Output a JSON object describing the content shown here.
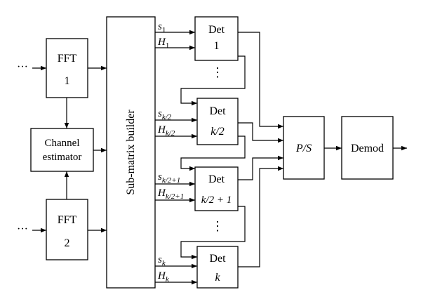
{
  "diagram": {
    "fft1": {
      "title": "FFT",
      "index": "1"
    },
    "fft2": {
      "title": "FFT",
      "index": "2"
    },
    "channel_estimator": {
      "line1": "Channel",
      "line2": "estimator"
    },
    "submatrix_builder": {
      "label": "Sub-matrix builder"
    },
    "det1": {
      "title": "Det",
      "index": "1"
    },
    "det_k2": {
      "title": "Det",
      "index": "k/2"
    },
    "det_k21": {
      "title": "Det",
      "index": "k/2 + 1"
    },
    "det_k": {
      "title": "Det",
      "index": "k"
    },
    "ps": {
      "label": "P/S"
    },
    "demod": {
      "label": "Demod"
    },
    "input_dots": "···",
    "vdots": "⋮",
    "signals": {
      "s1": {
        "base": "s",
        "sub": "1"
      },
      "H1": {
        "base": "H",
        "sub": "1"
      },
      "sk2": {
        "base": "s",
        "sub": "k/2"
      },
      "Hk2": {
        "base": "H",
        "sub": "k/2"
      },
      "sk21": {
        "base": "s",
        "sub": "k/2+1"
      },
      "Hk21": {
        "base": "H",
        "sub": "k/2+1"
      },
      "sk": {
        "base": "s",
        "sub": "k"
      },
      "Hk": {
        "base": "H",
        "sub": "k"
      }
    }
  }
}
